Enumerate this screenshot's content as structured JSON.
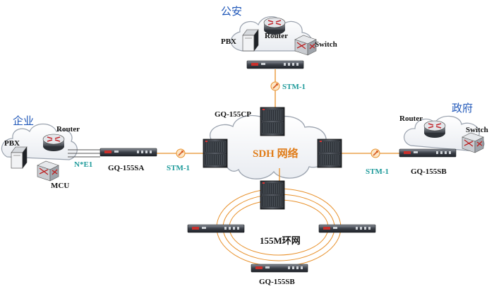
{
  "sites": {
    "police": {
      "name": "公安",
      "pbx": "PBX",
      "router": "Router",
      "switch": "Switch"
    },
    "enterprise": {
      "name": "企业",
      "pbx": "PBX",
      "router": "Router",
      "mcu": "MCU",
      "link": "N*E1",
      "device": "GQ-155SA",
      "uplink": "STM-1"
    },
    "government": {
      "name": "政府",
      "router": "Router",
      "switch": "Switch",
      "device": "GQ-155SB",
      "uplink": "STM-1"
    }
  },
  "core": {
    "cp_label": "GQ-155CP",
    "network_label": "SDH 网络",
    "top_uplink": "STM-1"
  },
  "ring": {
    "label": "155M环网",
    "bottom_device": "GQ-155SB"
  },
  "colors": {
    "cloud": "#9aa2ae",
    "link_orange": "#e8902a",
    "stm_text": "#1d9a9a",
    "site_blue": "#1e56b8",
    "sdh_orange": "#e07d1a"
  }
}
